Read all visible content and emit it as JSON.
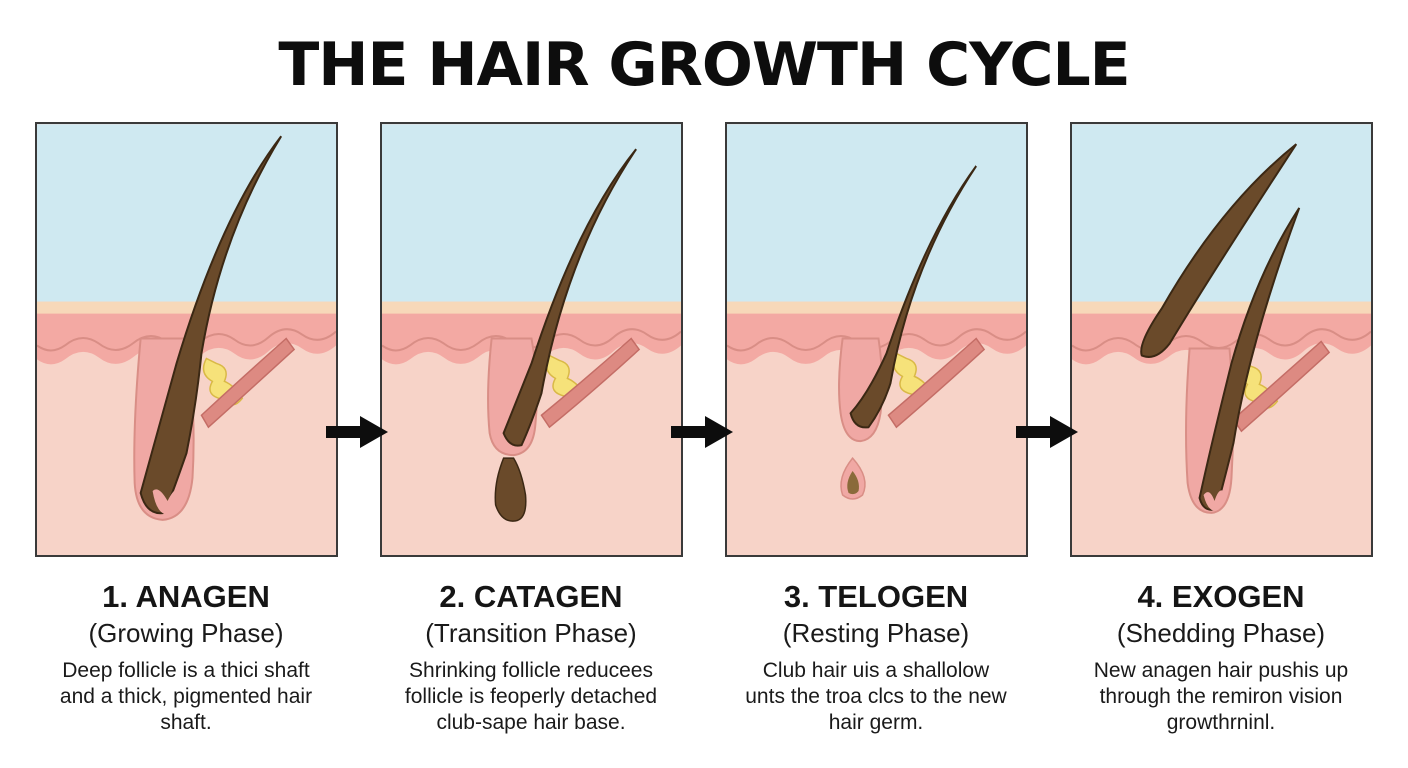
{
  "title": "THE HAIR GROWTH CYCLE",
  "colors": {
    "sky": "#cfe9f1",
    "epidermis": "#f7d8b9",
    "dermis": "#f7d3c8",
    "skin_line": "#d98e86",
    "hair": "#6a4a2a",
    "hair_dark": "#3b2814",
    "gland": "#f6e27a",
    "muscle": "#dd8a82",
    "follicle": "#f0a8a4"
  },
  "arrows": [
    "right-arrow-icon",
    "right-arrow-icon",
    "right-arrow-icon"
  ],
  "phases": [
    {
      "name": "1. ANAGEN",
      "subtitle": "(Growing Phase)",
      "desc": [
        "Deep follicle is a thici shaft",
        "and a thick, pigmented hair",
        "shaft."
      ]
    },
    {
      "name": "2. CATAGEN",
      "subtitle": "(Transition Phase)",
      "desc": [
        "Shrinking follicle reducees",
        "follicle is feoperly detached",
        "club-sape hair base."
      ]
    },
    {
      "name": "3. TELOGEN",
      "subtitle": "(Resting Phase)",
      "desc": [
        "Club hair uis a shallolow",
        "unts the troa clcs to the new",
        "hair germ."
      ]
    },
    {
      "name": "4. EXOGEN",
      "subtitle": "(Shedding Phase)",
      "desc": [
        "New anagen hair pushis up",
        "through the remiron vision",
        "growthrninl."
      ]
    }
  ]
}
